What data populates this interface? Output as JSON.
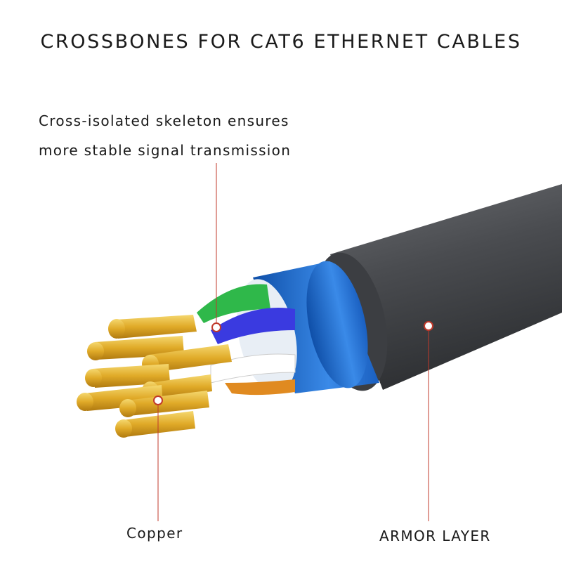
{
  "title": "CROSSBONES FOR CAT6 ETHERNET CABLES",
  "description": {
    "line1": "Cross-isolated skeleton ensures",
    "line2": "more stable signal transmission"
  },
  "labels": {
    "copper": "Copper",
    "armor": "ARMOR LAYER"
  },
  "colors": {
    "jacket": "#4a4c50",
    "shield": "#1f6fd0",
    "copper": "#e0b030",
    "callout": "#c0392b"
  }
}
